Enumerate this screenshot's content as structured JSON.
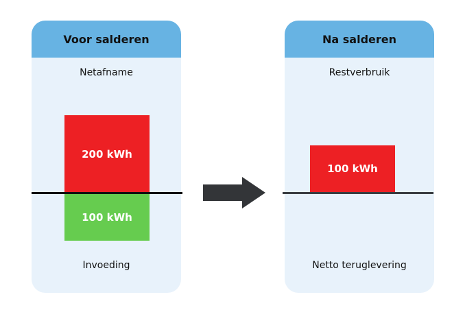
{
  "left_panel": {
    "title": "Voor salderen",
    "top_label": "Netafname",
    "bottom_label": "Invoeding",
    "consumption_bar": {
      "value_label": "200 kWh",
      "value_kwh": 200,
      "color": "#ed2024"
    },
    "feed_in_bar": {
      "value_label": "100 kWh",
      "value_kwh": 100,
      "color": "#66cc4f"
    }
  },
  "right_panel": {
    "title": "Na salderen",
    "top_label": "Restverbruik",
    "bottom_label": "Netto teruglevering",
    "remaining_bar": {
      "value_label": "100 kWh",
      "value_kwh": 100,
      "color": "#ed2024"
    }
  },
  "colors": {
    "header": "#67b3e3",
    "panel_background": "#e8f2fb",
    "arrow": "#333538"
  },
  "arrow_icon": "arrow-right-icon"
}
